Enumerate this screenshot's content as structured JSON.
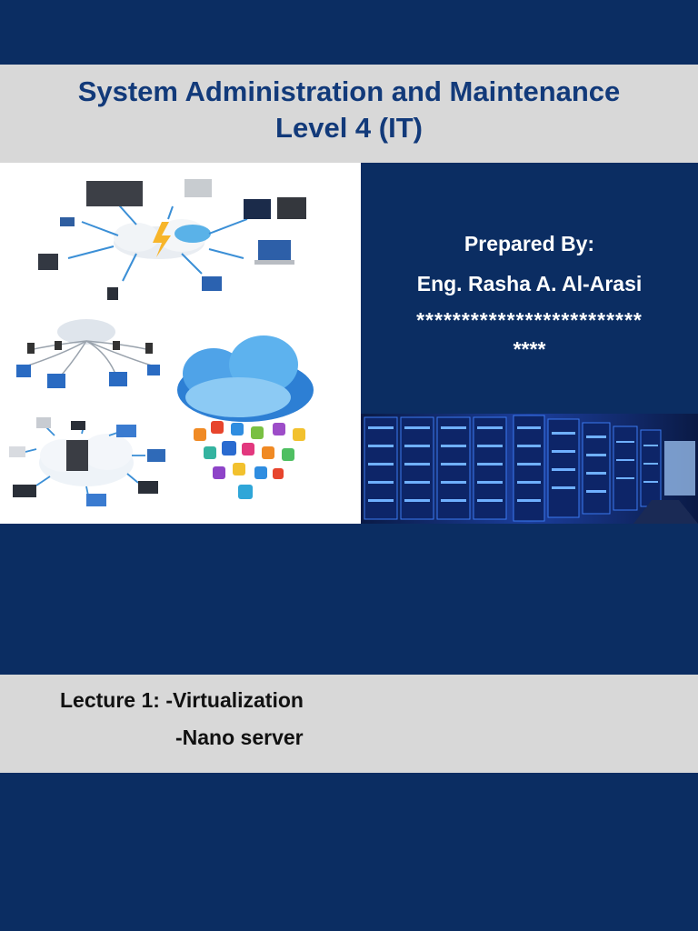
{
  "title": {
    "line1": "System Administration and Maintenance",
    "line2": "Level 4 (IT)"
  },
  "credits": {
    "prepared_label": "Prepared  By:",
    "author": "Eng. Rasha  A. Al-Arasi",
    "stars_line1": "*************************",
    "stars_line2": "****"
  },
  "lecture": {
    "line1": "Lecture 1: -Virtualization",
    "line2": "-Nano server"
  },
  "colors": {
    "background": "#0b2d62",
    "band": "#d8d8d8",
    "title_text": "#123a7a"
  },
  "icons": [
    "cloud-network-diagram-icon",
    "network-star-diagram-icon",
    "cloud-apps-icon",
    "cloud-server-devices-icon",
    "server-room-photo"
  ]
}
